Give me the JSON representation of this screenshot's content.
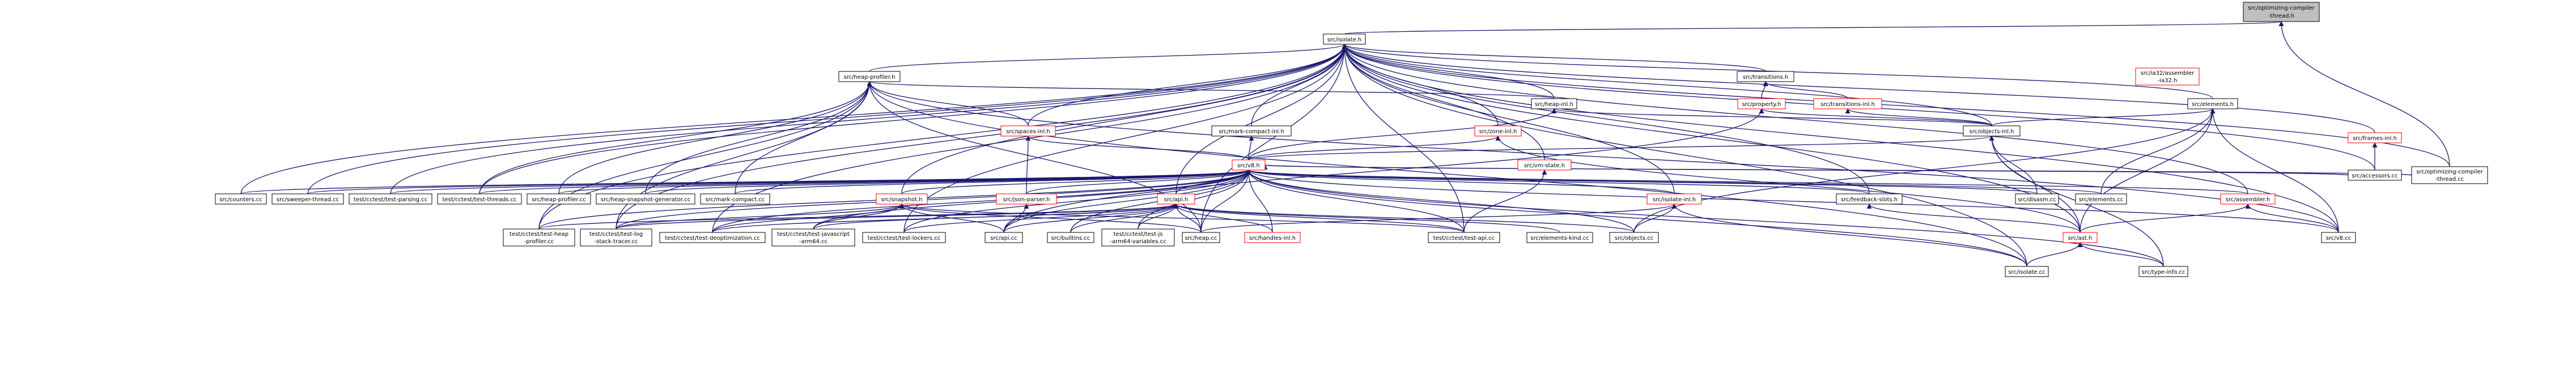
{
  "graph": {
    "nodes": [
      {
        "id": "root",
        "lines": [
          "src/optimizing-compiler",
          "-thread.h"
        ],
        "style": "focus"
      },
      {
        "id": "isolate_h",
        "lines": [
          "src/isolate.h"
        ],
        "style": "normal"
      },
      {
        "id": "heap_profiler_h",
        "lines": [
          "src/heap-profiler.h"
        ],
        "style": "normal"
      },
      {
        "id": "transitions_h",
        "lines": [
          "src/transitions.h"
        ],
        "style": "normal"
      },
      {
        "id": "ia32_assembler",
        "lines": [
          "src/ia32/assembler",
          "-ia32.h"
        ],
        "style": "red"
      },
      {
        "id": "heap_inl",
        "lines": [
          "src/heap-inl.h"
        ],
        "style": "normal"
      },
      {
        "id": "property_h",
        "lines": [
          "src/property.h"
        ],
        "style": "red"
      },
      {
        "id": "transitions_inl",
        "lines": [
          "src/transitions-inl.h"
        ],
        "style": "red"
      },
      {
        "id": "elements_h",
        "lines": [
          "src/elements.h"
        ],
        "style": "normal"
      },
      {
        "id": "frames_inl",
        "lines": [
          "src/frames-inl.h"
        ],
        "style": "red"
      },
      {
        "id": "spaces_inl",
        "lines": [
          "src/spaces-inl.h"
        ],
        "style": "red"
      },
      {
        "id": "mark_compact_inl",
        "lines": [
          "src/mark-compact-inl.h"
        ],
        "style": "normal"
      },
      {
        "id": "zone_inl",
        "lines": [
          "src/zone-inl.h"
        ],
        "style": "red"
      },
      {
        "id": "objects_inl",
        "lines": [
          "src/objects-inl.h"
        ],
        "style": "normal"
      },
      {
        "id": "v8_h",
        "lines": [
          "src/v8.h"
        ],
        "style": "red"
      },
      {
        "id": "vm_state",
        "lines": [
          "src/vm-state.h"
        ],
        "style": "red"
      },
      {
        "id": "snapshot_h",
        "lines": [
          "src/snapshot.h"
        ],
        "style": "red"
      },
      {
        "id": "json_parser",
        "lines": [
          "src/json-parser.h"
        ],
        "style": "red"
      },
      {
        "id": "api_h",
        "lines": [
          "src/api.h"
        ],
        "style": "red"
      },
      {
        "id": "isolate_inl",
        "lines": [
          "src/isolate-inl.h"
        ],
        "style": "red"
      },
      {
        "id": "feedback_slots",
        "lines": [
          "src/feedback-slots.h"
        ],
        "style": "normal"
      },
      {
        "id": "assembler_h",
        "lines": [
          "src/assembler.h"
        ],
        "style": "red"
      },
      {
        "id": "accessors_cc",
        "lines": [
          "src/accessors.cc"
        ],
        "style": "normal"
      },
      {
        "id": "opt_thread_cc",
        "lines": [
          "src/optimizing-compiler",
          "-thread.cc"
        ],
        "style": "normal"
      },
      {
        "id": "counters_cc",
        "lines": [
          "src/counters.cc"
        ],
        "style": "normal"
      },
      {
        "id": "sweeper_thread",
        "lines": [
          "src/sweeper-thread.cc"
        ],
        "style": "normal"
      },
      {
        "id": "test_parsing",
        "lines": [
          "test/cctest/test-parsing.cc"
        ],
        "style": "normal"
      },
      {
        "id": "test_threads",
        "lines": [
          "test/cctest/test-threads.cc"
        ],
        "style": "normal"
      },
      {
        "id": "heap_profiler_cc",
        "lines": [
          "src/heap-profiler.cc"
        ],
        "style": "normal"
      },
      {
        "id": "heap_snapshot_gen",
        "lines": [
          "src/heap-snapshot-generator.cc"
        ],
        "style": "normal"
      },
      {
        "id": "mark_compact_cc",
        "lines": [
          "src/mark-compact.cc"
        ],
        "style": "normal"
      },
      {
        "id": "disasm_cc",
        "lines": [
          "src/disasm.cc"
        ],
        "style": "normal"
      },
      {
        "id": "elements_cc",
        "lines": [
          "src/elements.cc"
        ],
        "style": "normal"
      },
      {
        "id": "test_heap_profiler",
        "lines": [
          "test/cctest/test-heap",
          "-profiler.cc"
        ],
        "style": "normal"
      },
      {
        "id": "test_log_stack",
        "lines": [
          "test/cctest/test-log",
          "-stack-tracer.cc"
        ],
        "style": "normal"
      },
      {
        "id": "test_deopt",
        "lines": [
          "test/cctest/test-deoptimization.cc"
        ],
        "style": "normal"
      },
      {
        "id": "test_js_arm64",
        "lines": [
          "test/cctest/test-javascript",
          "-arm64.cc"
        ],
        "style": "normal"
      },
      {
        "id": "test_lockers",
        "lines": [
          "test/cctest/test-lockers.cc"
        ],
        "style": "normal"
      },
      {
        "id": "api_cc",
        "lines": [
          "src/api.cc"
        ],
        "style": "normal"
      },
      {
        "id": "builtins_cc",
        "lines": [
          "src/builtins.cc"
        ],
        "style": "normal"
      },
      {
        "id": "test_js_arm64_vars",
        "lines": [
          "test/cctest/test-js",
          "-arm64-variables.cc"
        ],
        "style": "normal"
      },
      {
        "id": "heap_cc",
        "lines": [
          "src/heap.cc"
        ],
        "style": "normal"
      },
      {
        "id": "handles_inl",
        "lines": [
          "src/handles-inl.h"
        ],
        "style": "red"
      },
      {
        "id": "test_api",
        "lines": [
          "test/cctest/test-api.cc"
        ],
        "style": "normal"
      },
      {
        "id": "elements_kind_cc",
        "lines": [
          "src/elements-kind.cc"
        ],
        "style": "normal"
      },
      {
        "id": "objects_cc",
        "lines": [
          "src/objects.cc"
        ],
        "style": "normal"
      },
      {
        "id": "ast_h",
        "lines": [
          "src/ast.h"
        ],
        "style": "red"
      },
      {
        "id": "v8_cc",
        "lines": [
          "src/v8.cc"
        ],
        "style": "normal"
      },
      {
        "id": "isolate_cc",
        "lines": [
          "src/isolate.cc"
        ],
        "style": "normal"
      },
      {
        "id": "type_info_cc",
        "lines": [
          "src/type-info.cc"
        ],
        "style": "normal"
      }
    ],
    "edges": [
      [
        "isolate_h",
        "root"
      ],
      [
        "opt_thread_cc",
        "root"
      ],
      [
        "heap_profiler_h",
        "isolate_h"
      ],
      [
        "transitions_h",
        "isolate_h"
      ],
      [
        "heap_inl",
        "isolate_h"
      ],
      [
        "elements_h",
        "isolate_h"
      ],
      [
        "frames_inl",
        "isolate_h"
      ],
      [
        "spaces_inl",
        "isolate_h"
      ],
      [
        "mark_compact_inl",
        "isolate_h"
      ],
      [
        "zone_inl",
        "isolate_h"
      ],
      [
        "objects_inl",
        "isolate_h"
      ],
      [
        "vm_state",
        "isolate_h"
      ],
      [
        "snapshot_h",
        "isolate_h"
      ],
      [
        "api_h",
        "isolate_h"
      ],
      [
        "isolate_inl",
        "isolate_h"
      ],
      [
        "feedback_slots",
        "isolate_h"
      ],
      [
        "assembler_h",
        "isolate_h"
      ],
      [
        "accessors_cc",
        "isolate_h"
      ],
      [
        "opt_thread_cc",
        "isolate_h"
      ],
      [
        "counters_cc",
        "isolate_h"
      ],
      [
        "sweeper_thread",
        "isolate_h"
      ],
      [
        "test_parsing",
        "isolate_h"
      ],
      [
        "test_threads",
        "isolate_h"
      ],
      [
        "test_heap_profiler",
        "isolate_h"
      ],
      [
        "test_log_stack",
        "isolate_h"
      ],
      [
        "test_deopt",
        "isolate_h"
      ],
      [
        "test_lockers",
        "isolate_h"
      ],
      [
        "heap_cc",
        "isolate_h"
      ],
      [
        "test_api",
        "isolate_h"
      ],
      [
        "ast_h",
        "isolate_h"
      ],
      [
        "v8_cc",
        "isolate_h"
      ],
      [
        "isolate_cc",
        "isolate_h"
      ],
      [
        "spaces_inl",
        "heap_profiler_h"
      ],
      [
        "heap_inl",
        "heap_profiler_h"
      ],
      [
        "heap_profiler_cc",
        "heap_profiler_h"
      ],
      [
        "heap_snapshot_gen",
        "heap_profiler_h"
      ],
      [
        "mark_compact_cc",
        "heap_profiler_h"
      ],
      [
        "test_heap_profiler",
        "heap_profiler_h"
      ],
      [
        "test_log_stack",
        "heap_profiler_h"
      ],
      [
        "test_threads",
        "heap_profiler_h"
      ],
      [
        "heap_cc",
        "heap_profiler_h"
      ],
      [
        "v8_cc",
        "heap_profiler_h"
      ],
      [
        "isolate_cc",
        "heap_profiler_h"
      ],
      [
        "property_h",
        "transitions_h"
      ],
      [
        "transitions_inl",
        "transitions_h"
      ],
      [
        "objects_inl",
        "property_h"
      ],
      [
        "api_cc",
        "property_h"
      ],
      [
        "objects_inl",
        "transitions_inl"
      ],
      [
        "v8_h",
        "heap_inl"
      ],
      [
        "objects_inl",
        "heap_inl"
      ],
      [
        "objects_inl",
        "elements_h"
      ],
      [
        "elements_cc",
        "elements_h"
      ],
      [
        "objects_cc",
        "elements_h"
      ],
      [
        "v8_cc",
        "elements_h"
      ],
      [
        "ast_h",
        "elements_h"
      ],
      [
        "accessors_cc",
        "frames_inl"
      ],
      [
        "v8_h",
        "spaces_inl"
      ],
      [
        "json_parser",
        "spaces_inl"
      ],
      [
        "v8_h",
        "mark_compact_inl"
      ],
      [
        "v8_h",
        "zone_inl"
      ],
      [
        "ast_h",
        "zone_inl"
      ],
      [
        "v8_h",
        "objects_inl"
      ],
      [
        "disasm_cc",
        "objects_inl"
      ],
      [
        "ast_h",
        "objects_inl"
      ],
      [
        "type_info_cc",
        "objects_inl"
      ],
      [
        "test_api",
        "vm_state"
      ],
      [
        "counters_cc",
        "v8_h"
      ],
      [
        "sweeper_thread",
        "v8_h"
      ],
      [
        "test_parsing",
        "v8_h"
      ],
      [
        "test_threads",
        "v8_h"
      ],
      [
        "heap_profiler_cc",
        "v8_h"
      ],
      [
        "heap_snapshot_gen",
        "v8_h"
      ],
      [
        "mark_compact_cc",
        "v8_h"
      ],
      [
        "snapshot_h",
        "v8_h"
      ],
      [
        "json_parser",
        "v8_h"
      ],
      [
        "api_h",
        "v8_h"
      ],
      [
        "isolate_inl",
        "v8_h"
      ],
      [
        "feedback_slots",
        "v8_h"
      ],
      [
        "disasm_cc",
        "v8_h"
      ],
      [
        "elements_cc",
        "v8_h"
      ],
      [
        "assembler_h",
        "v8_h"
      ],
      [
        "accessors_cc",
        "v8_h"
      ],
      [
        "opt_thread_cc",
        "v8_h"
      ],
      [
        "test_heap_profiler",
        "v8_h"
      ],
      [
        "test_log_stack",
        "v8_h"
      ],
      [
        "test_deopt",
        "v8_h"
      ],
      [
        "test_js_arm64",
        "v8_h"
      ],
      [
        "test_lockers",
        "v8_h"
      ],
      [
        "api_cc",
        "v8_h"
      ],
      [
        "builtins_cc",
        "v8_h"
      ],
      [
        "test_js_arm64_vars",
        "v8_h"
      ],
      [
        "heap_cc",
        "v8_h"
      ],
      [
        "handles_inl",
        "v8_h"
      ],
      [
        "test_api",
        "v8_h"
      ],
      [
        "objects_cc",
        "v8_h"
      ],
      [
        "v8_cc",
        "v8_h"
      ],
      [
        "isolate_cc",
        "v8_h"
      ],
      [
        "type_info_cc",
        "v8_h"
      ],
      [
        "test_log_stack",
        "snapshot_h"
      ],
      [
        "test_deopt",
        "snapshot_h"
      ],
      [
        "test_js_arm64",
        "snapshot_h"
      ],
      [
        "api_cc",
        "snapshot_h"
      ],
      [
        "heap_cc",
        "snapshot_h"
      ],
      [
        "test_api",
        "snapshot_h"
      ],
      [
        "api_cc",
        "json_parser"
      ],
      [
        "test_heap_profiler",
        "api_h"
      ],
      [
        "test_log_stack",
        "api_h"
      ],
      [
        "test_deopt",
        "api_h"
      ],
      [
        "test_js_arm64",
        "api_h"
      ],
      [
        "test_lockers",
        "api_h"
      ],
      [
        "api_cc",
        "api_h"
      ],
      [
        "builtins_cc",
        "api_h"
      ],
      [
        "test_js_arm64_vars",
        "api_h"
      ],
      [
        "heap_cc",
        "api_h"
      ],
      [
        "handles_inl",
        "api_h"
      ],
      [
        "test_api",
        "api_h"
      ],
      [
        "elements_kind_cc",
        "api_h"
      ],
      [
        "objects_cc",
        "api_h"
      ],
      [
        "heap_cc",
        "isolate_inl"
      ],
      [
        "objects_cc",
        "isolate_inl"
      ],
      [
        "isolate_cc",
        "isolate_inl"
      ],
      [
        "ast_h",
        "feedback_slots"
      ],
      [
        "ast_h",
        "assembler_h"
      ],
      [
        "v8_cc",
        "assembler_h"
      ],
      [
        "isolate_cc",
        "ast_h"
      ],
      [
        "type_info_cc",
        "ast_h"
      ]
    ]
  }
}
